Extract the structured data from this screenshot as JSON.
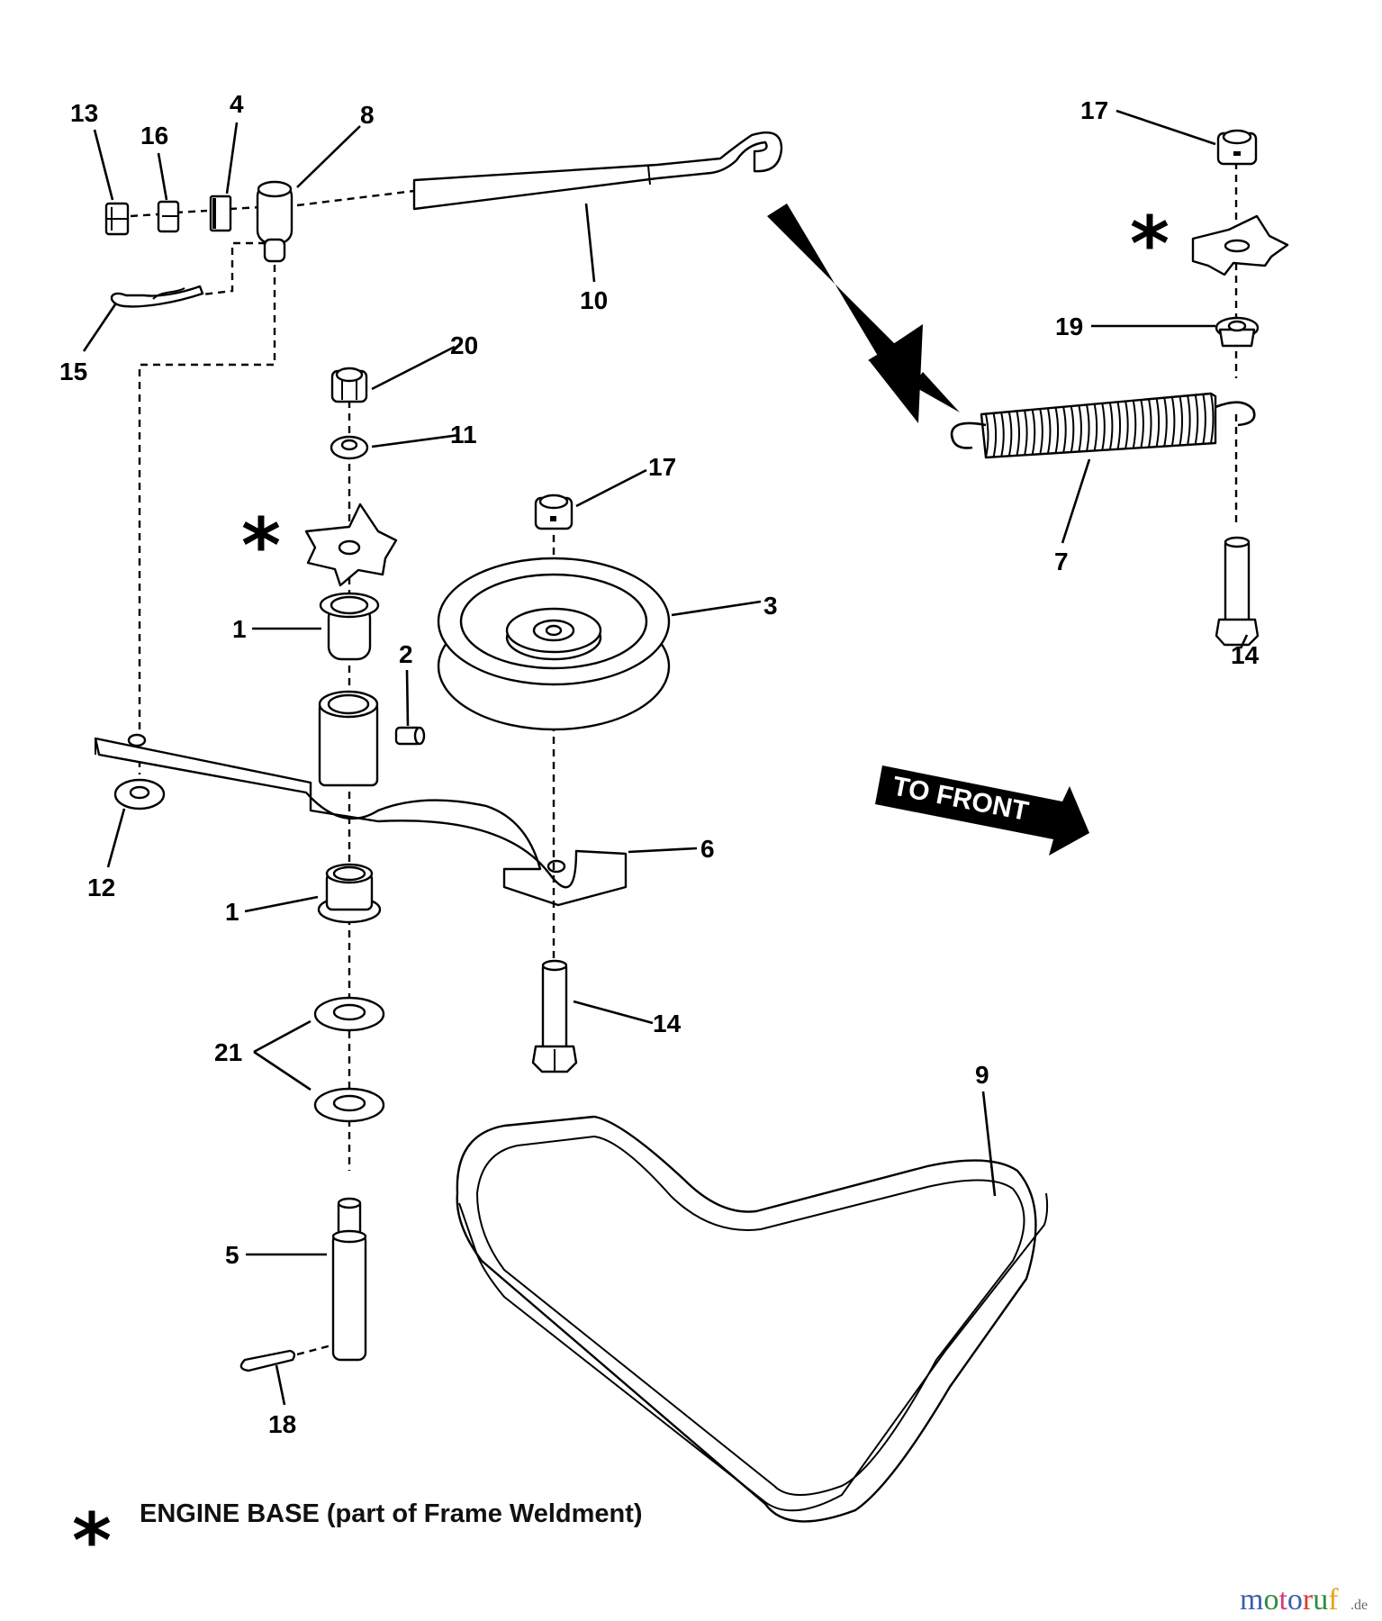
{
  "diagram": {
    "type": "exploded-parts-diagram",
    "callouts": [
      {
        "id": "c13",
        "number": "13"
      },
      {
        "id": "c16",
        "number": "16"
      },
      {
        "id": "c4",
        "number": "4"
      },
      {
        "id": "c8",
        "number": "8"
      },
      {
        "id": "c10",
        "number": "10"
      },
      {
        "id": "c15",
        "number": "15"
      },
      {
        "id": "c20",
        "number": "20"
      },
      {
        "id": "c11",
        "number": "11"
      },
      {
        "id": "c17a",
        "number": "17"
      },
      {
        "id": "c3",
        "number": "3"
      },
      {
        "id": "c1a",
        "number": "1"
      },
      {
        "id": "c2",
        "number": "2"
      },
      {
        "id": "c12",
        "number": "12"
      },
      {
        "id": "c6",
        "number": "6"
      },
      {
        "id": "c1b",
        "number": "1"
      },
      {
        "id": "c14a",
        "number": "14"
      },
      {
        "id": "c21",
        "number": "21"
      },
      {
        "id": "c5",
        "number": "5"
      },
      {
        "id": "c18",
        "number": "18"
      },
      {
        "id": "c9",
        "number": "9"
      },
      {
        "id": "c7",
        "number": "7"
      },
      {
        "id": "c17b",
        "number": "17"
      },
      {
        "id": "c19",
        "number": "19"
      },
      {
        "id": "c14b",
        "number": "14"
      }
    ],
    "direction_arrow": "TO FRONT",
    "asterisk_symbol": "*",
    "footnote": "ENGINE BASE (part of Frame Weldment)"
  },
  "watermark": {
    "letters": [
      {
        "ch": "m",
        "color": "#3b5fb0"
      },
      {
        "ch": "o",
        "color": "#2e8b3c"
      },
      {
        "ch": "t",
        "color": "#d2397a"
      },
      {
        "ch": "o",
        "color": "#3b5fb0"
      },
      {
        "ch": "r",
        "color": "#e0392b"
      },
      {
        "ch": "u",
        "color": "#2e8b3c"
      },
      {
        "ch": "f",
        "color": "#e8a317"
      }
    ],
    "suffix": ".de"
  }
}
